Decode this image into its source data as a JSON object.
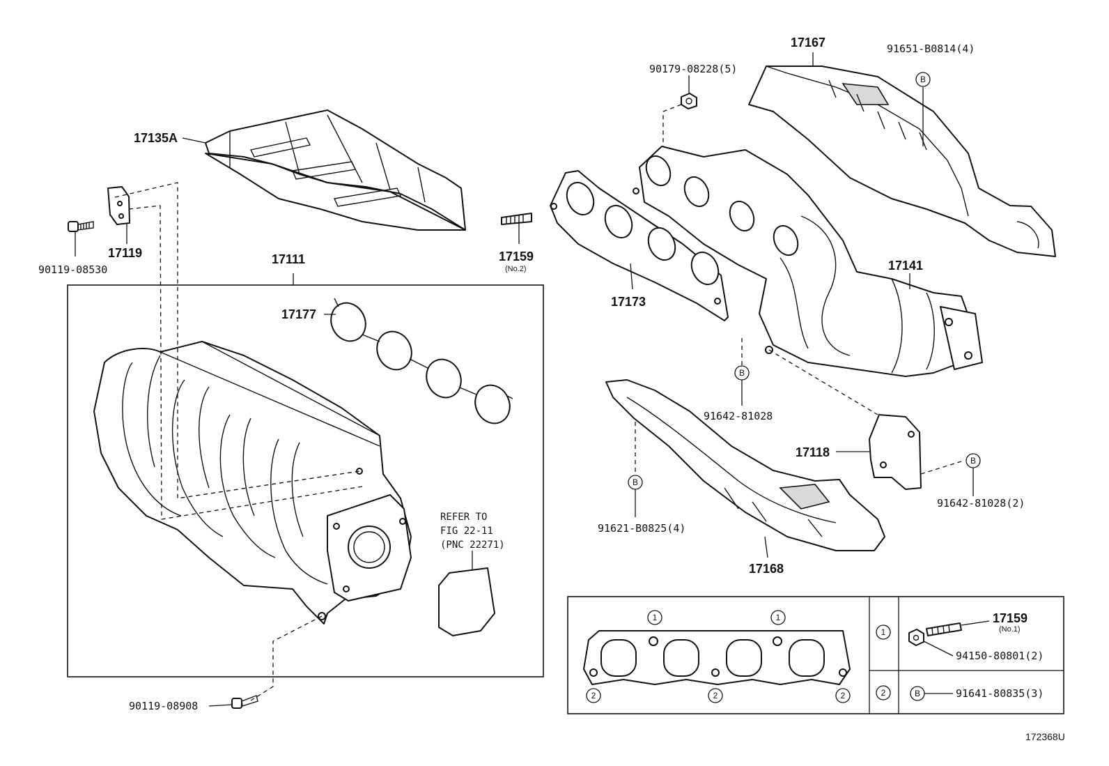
{
  "labels": {
    "p17135A": "17135A",
    "p17119": "17119",
    "p90119_08530": "90119-08530",
    "p17111": "17111",
    "p17177": "17177",
    "p17159_no2": "17159",
    "no2": "(No.2)",
    "p90179_08228": "90179-08228(5)",
    "p17167": "17167",
    "p91651": "91651-B0814(4)",
    "p17173": "17173",
    "p17141": "17141",
    "p91642_a": "91642-81028",
    "p17118": "17118",
    "p91642_b": "91642-81028(2)",
    "p91621": "91621-B0825(4)",
    "p17168": "17168",
    "p90119_08908": "90119-08908",
    "p17159_no1": "17159",
    "no1": "(No.1)",
    "p94150": "94150-80801(2)",
    "p91641": "91641-80835(3)",
    "figure_id": "172368U"
  },
  "refer_note": [
    "REFER TO",
    "FIG 22-11",
    "(PNC 22271)"
  ],
  "callouts": {
    "b": "B",
    "one": "1",
    "two": "2"
  }
}
